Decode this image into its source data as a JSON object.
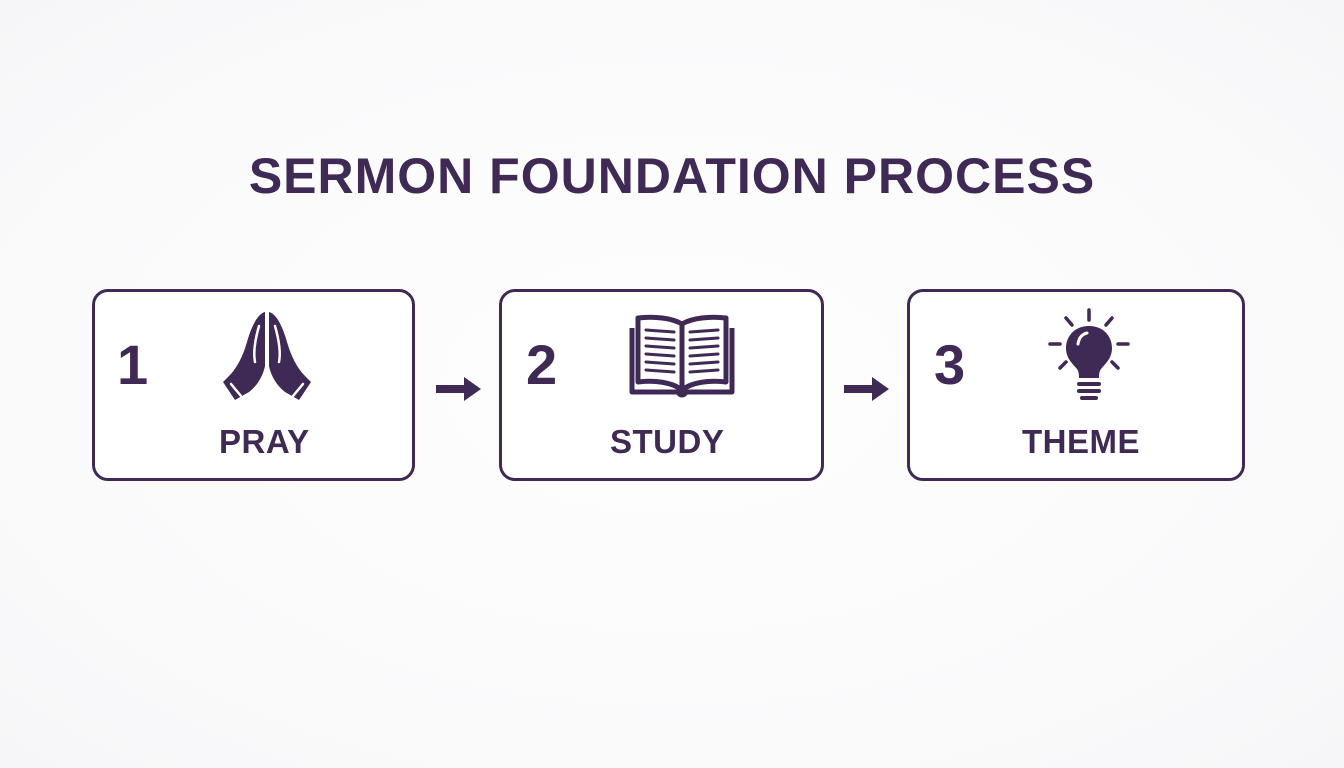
{
  "title": "SERMON FOUNDATION PROCESS",
  "colors": {
    "primary": "#3f2a55",
    "background": "#fcfcfd",
    "box_fill": "#ffffff"
  },
  "steps": [
    {
      "number": "1",
      "label": "PRAY",
      "icon": "praying-hands-icon"
    },
    {
      "number": "2",
      "label": "STUDY",
      "icon": "open-book-icon"
    },
    {
      "number": "3",
      "label": "THEME",
      "icon": "lightbulb-icon"
    }
  ],
  "connectors": [
    {
      "from": "1",
      "to": "2",
      "icon": "arrow-right-icon"
    },
    {
      "from": "2",
      "to": "3",
      "icon": "arrow-right-icon"
    }
  ]
}
